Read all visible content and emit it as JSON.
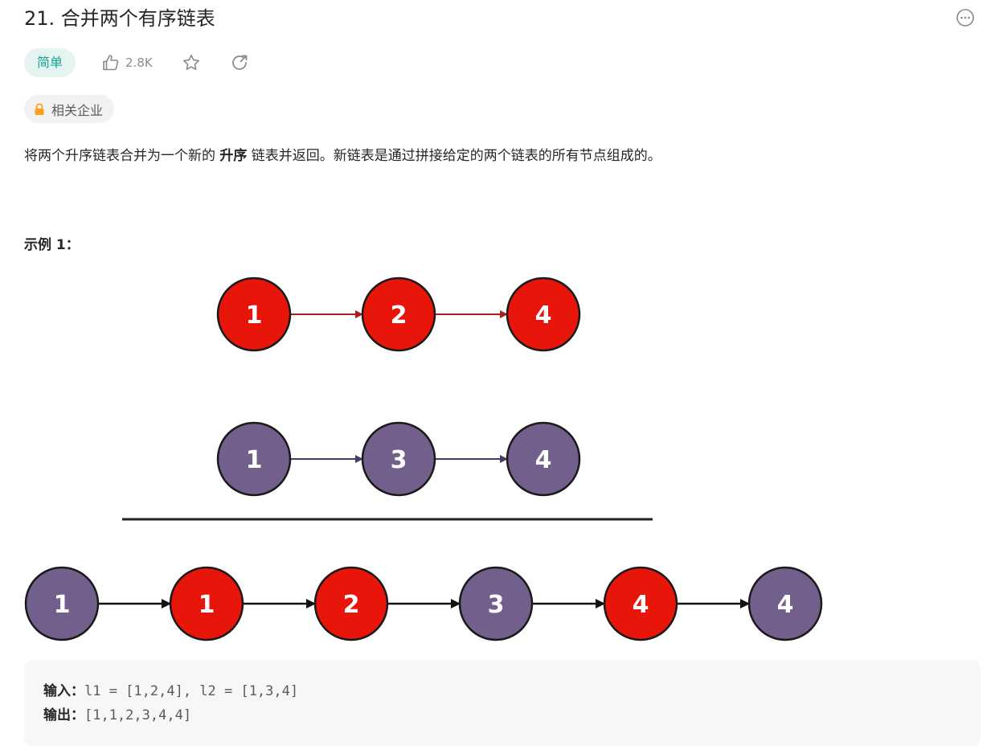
{
  "problem": {
    "title": "21. 合并两个有序链表",
    "difficulty": "简单",
    "likes": "2.8K",
    "company_tag": "相关企业"
  },
  "description": {
    "before": "将两个升序链表合并为一个新的 ",
    "emphasis": "升序",
    "after": " 链表并返回。新链表是通过拼接给定的两个链表的所有节点组成的。"
  },
  "example": {
    "title": "示例 1：",
    "input_label": "输入：",
    "input_value": "l1 = [1,2,4], l2 = [1,3,4]",
    "output_label": "输出：",
    "output_value": "[1,1,2,3,4,4]"
  },
  "diagram_data": {
    "list1": {
      "values": [
        "1",
        "2",
        "4"
      ],
      "color": "#e8150a",
      "arrow_color": "#a8201a"
    },
    "list2": {
      "values": [
        "1",
        "3",
        "4"
      ],
      "color": "#735f8c",
      "arrow_color": "#4a3a66"
    },
    "merged": [
      {
        "value": "1",
        "source": "list2"
      },
      {
        "value": "1",
        "source": "list1"
      },
      {
        "value": "2",
        "source": "list1"
      },
      {
        "value": "3",
        "source": "list2"
      },
      {
        "value": "4",
        "source": "list1"
      },
      {
        "value": "4",
        "source": "list2"
      }
    ]
  },
  "colors": {
    "accent_teal": "#14a693",
    "lock_orange": "#ffa116",
    "icon_gray": "#8a8a8a"
  },
  "icons": {
    "more": "ellipsis-circle-icon",
    "like": "thumbs-up-icon",
    "star": "star-icon",
    "share": "share-icon",
    "lock": "lock-icon"
  }
}
